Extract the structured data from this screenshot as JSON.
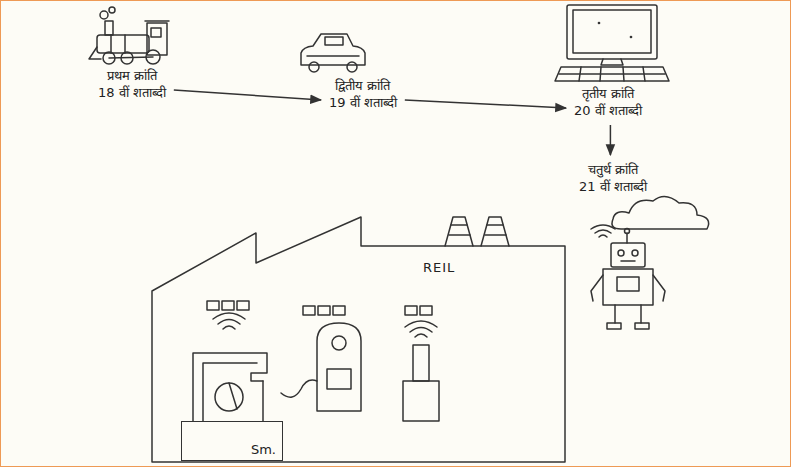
{
  "diagram": {
    "nodes": [
      {
        "text": [
          "प्रथम क्रांति",
          "18 वीं शताब्दी"
        ]
      },
      {
        "text": [
          "द्वितीय क्रांति",
          "19 वीं शताब्दी"
        ]
      },
      {
        "text": [
          "तृतीय क्रांति",
          "20 वीं शताब्दी"
        ]
      },
      {
        "text": [
          "चतुर्थ क्रांति",
          "21 वीं शताब्दी"
        ]
      },
      {
        "text": [
          "REIL"
        ]
      },
      {
        "text": [
          "Sm."
        ],
        "in": 4
      }
    ],
    "edges": [
      {
        "from": 0,
        "to": 1,
        "arrow": "to"
      },
      {
        "from": 1,
        "to": 2,
        "arrow": "to"
      },
      {
        "from": 2,
        "to": 3,
        "arrow": "to"
      }
    ]
  }
}
